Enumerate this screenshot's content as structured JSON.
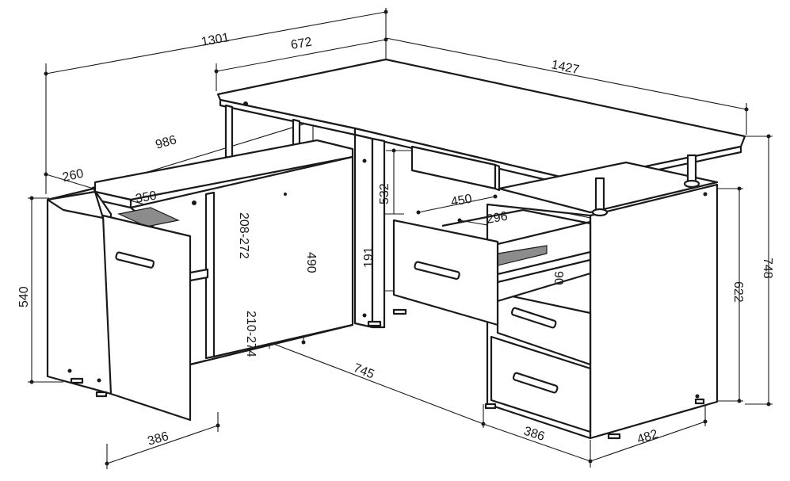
{
  "diagram": {
    "dimensions": {
      "d1301": "1301",
      "d672": "672",
      "d1427": "1427",
      "d986": "986",
      "d260": "260",
      "d350": "350",
      "d532": "532",
      "d450": "450",
      "d296": "296",
      "d208_272": "208-272",
      "d490": "490",
      "d191": "191",
      "d90": "90",
      "d540": "540",
      "d210_274": "210-274",
      "d745": "745",
      "d622": "622",
      "d748": "748",
      "d386_left": "386",
      "d386_right": "386",
      "d482": "482"
    }
  }
}
